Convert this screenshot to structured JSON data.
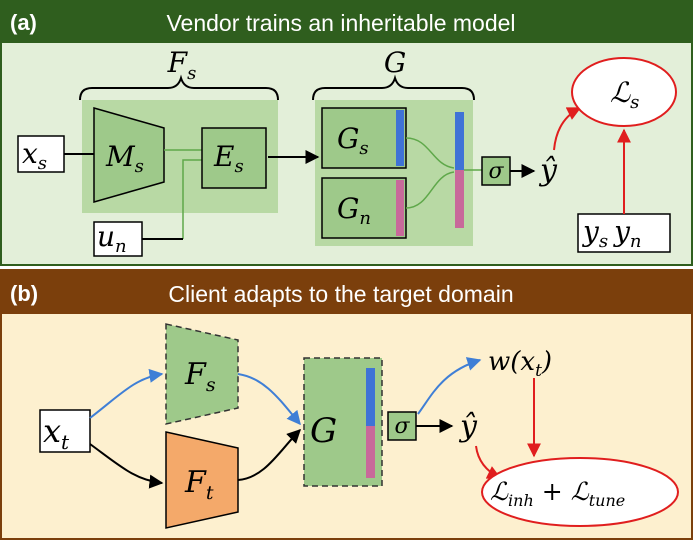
{
  "panel_a": {
    "tag": "(a)",
    "title": "Vendor trains an inheritable model",
    "header_color": "#2f5e1e",
    "bg_color": "#e3efd9",
    "fs_brace_label": "F_s",
    "g_brace_label": "G",
    "xs": "x_s",
    "ms": "M_s",
    "es": "E_s",
    "un": "u_n",
    "gs": "G_s",
    "gn": "G_n",
    "sigma": "σ",
    "yhat": "ŷ",
    "loss": "L_s",
    "labels": "y_s y_n"
  },
  "panel_b": {
    "tag": "(b)",
    "title": "Client adapts to the target domain",
    "header_color": "#7b3f0c",
    "bg_color": "#fdf0cf",
    "xt": "x_t",
    "fs": "F_s",
    "ft": "F_t",
    "g": "G",
    "sigma": "σ",
    "yhat": "ŷ",
    "weight": "w(x_t)",
    "loss": "L_inh + L_tune"
  },
  "colors": {
    "green_block": "#9ec98a",
    "green_region": "#b8d9a4",
    "orange_block": "#f4a96a",
    "blue_bar": "#3f73d6",
    "pink_bar": "#c8699a",
    "red": "#e01e1e",
    "blue_arrow": "#3f7fd6"
  }
}
